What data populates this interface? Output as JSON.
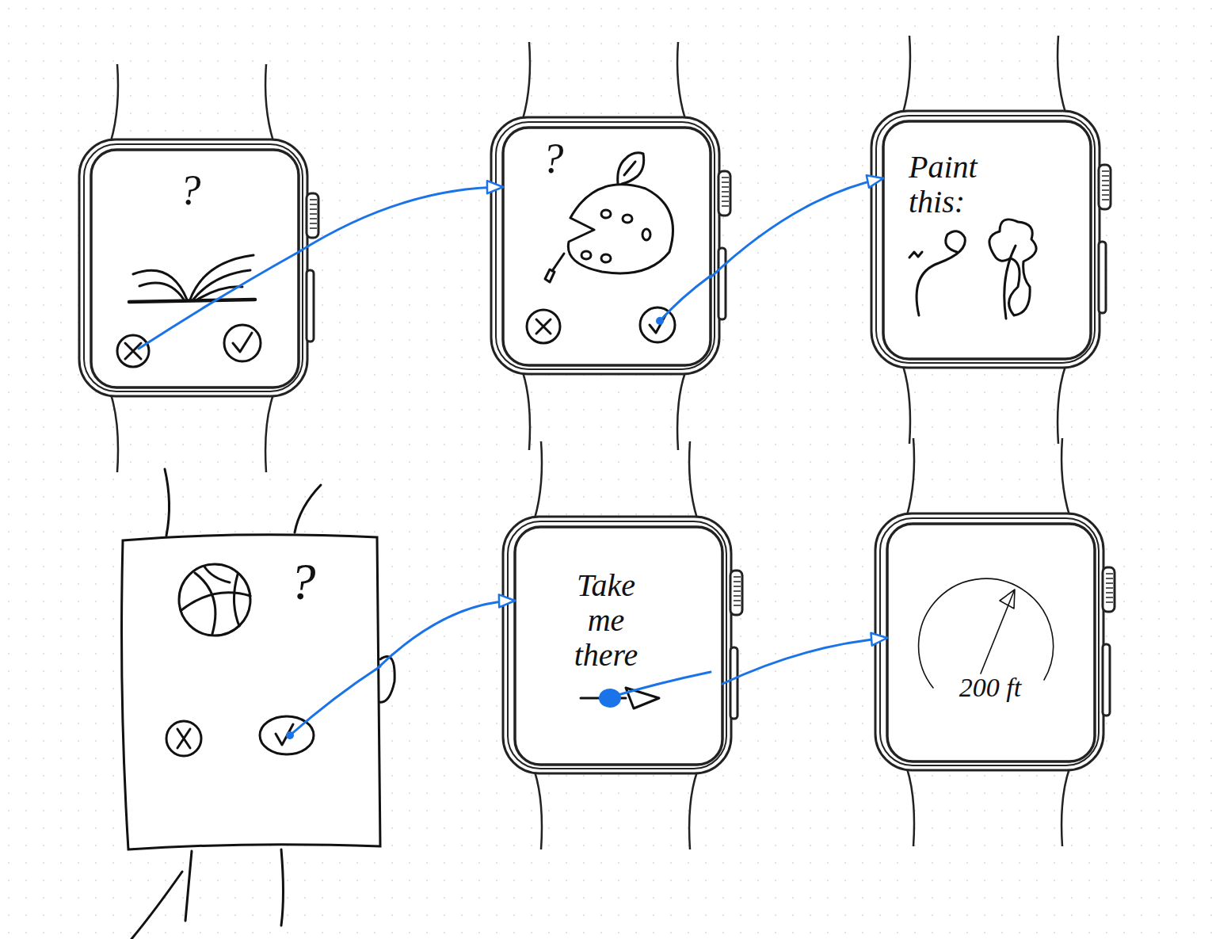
{
  "diagram": {
    "nodes": [
      {
        "text": [
          "?"
        ]
      },
      {
        "text": [
          "?"
        ]
      },
      {
        "text": [
          "Paint this:"
        ]
      },
      {
        "text": [
          "?"
        ]
      },
      {
        "text": [
          "Take me there"
        ]
      },
      {
        "text": [
          "200 ft"
        ]
      }
    ],
    "edges": [
      {
        "from": 0,
        "to": 1,
        "arrow": "to"
      },
      {
        "from": 1,
        "to": 2,
        "arrow": "to"
      },
      {
        "from": 3,
        "to": 4,
        "arrow": "to"
      },
      {
        "from": 4,
        "to": 5,
        "arrow": "to"
      }
    ]
  }
}
